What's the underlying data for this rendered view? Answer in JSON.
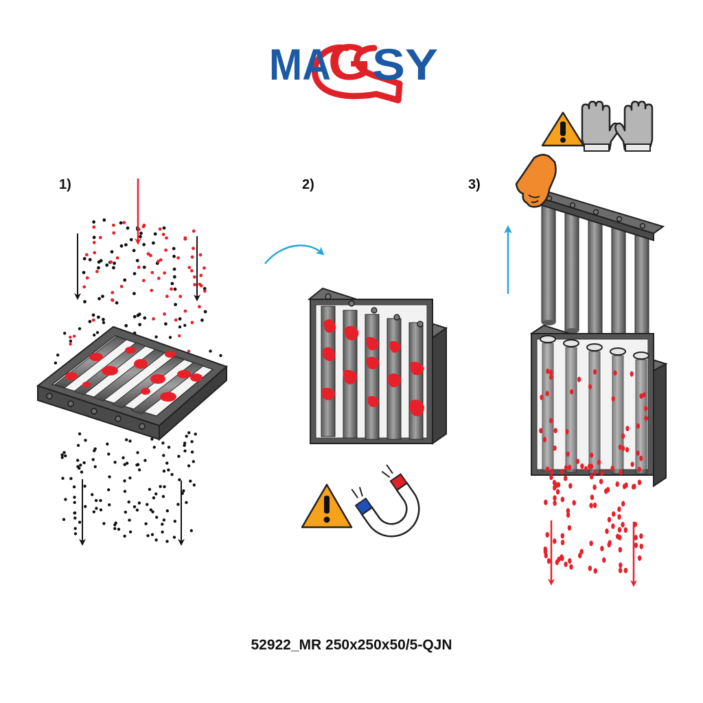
{
  "logo": {
    "left": "MA",
    "middle": "G",
    "right": "SY"
  },
  "steps": [
    {
      "label": "1)"
    },
    {
      "label": "2)"
    },
    {
      "label": "3)"
    }
  ],
  "product_code": "52922_MR 250x250x50/5-QJN",
  "icons": [
    "warning-icon",
    "magnet-icon",
    "glove-icon",
    "hand-icon"
  ],
  "colors": {
    "brand_blue": "#1c5aa6",
    "brand_red": "#e02127",
    "particle_red": "#e8202a",
    "metal_dark": "#4d4d4d",
    "metal_light": "#8a8a8a",
    "arrow_blue": "#29a3dc",
    "warning_orange": "#f7a21b",
    "glove_gray": "#a8a8a8",
    "hand_orange": "#f08a2c"
  }
}
